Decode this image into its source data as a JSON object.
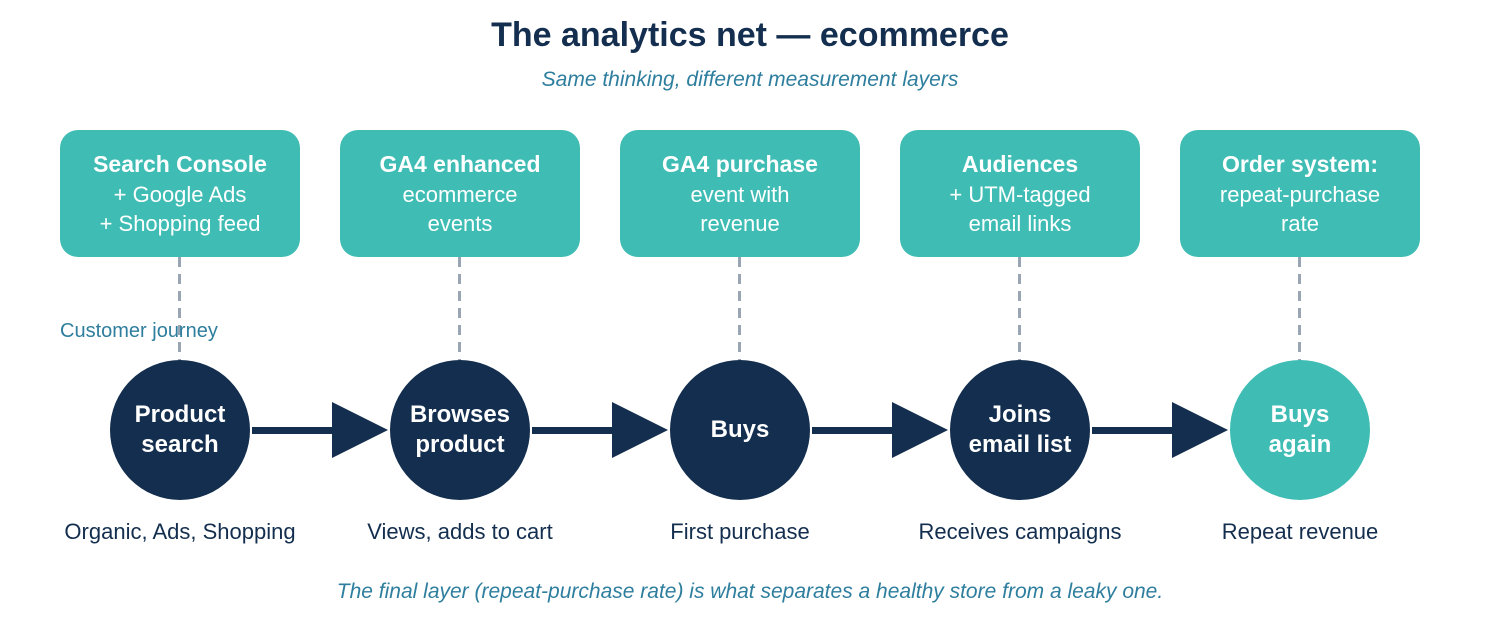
{
  "colors": {
    "navy": "#132E4E",
    "teal": "#3FBDB5",
    "steel": "#2E7E9E",
    "dash": "#99A5B2",
    "bg": "#FFFFFF"
  },
  "header": {
    "title": "The analytics net — ecommerce",
    "subtitle": "Same thinking, different measurement layers"
  },
  "journey_label": "Customer journey",
  "columns": [
    {
      "box": {
        "heading": "Search Console",
        "lines": [
          "+ Google Ads",
          "+ Shopping feed"
        ]
      },
      "circle": {
        "lines": [
          "Product",
          "search"
        ],
        "variant": "navy"
      },
      "caption": "Organic, Ads, Shopping"
    },
    {
      "box": {
        "heading": "GA4 enhanced",
        "lines": [
          "ecommerce",
          "events"
        ]
      },
      "circle": {
        "lines": [
          "Browses",
          "product"
        ],
        "variant": "navy"
      },
      "caption": "Views, adds to cart"
    },
    {
      "box": {
        "heading": "GA4 purchase",
        "lines": [
          "event with",
          "revenue"
        ]
      },
      "circle": {
        "lines": [
          "Buys"
        ],
        "variant": "navy"
      },
      "caption": "First purchase"
    },
    {
      "box": {
        "heading": "Audiences",
        "lines": [
          "+ UTM-tagged",
          "email links"
        ]
      },
      "circle": {
        "lines": [
          "Joins",
          "email list"
        ],
        "variant": "navy"
      },
      "caption": "Receives campaigns"
    },
    {
      "box": {
        "heading": "Order system:",
        "lines": [
          "repeat-purchase",
          "rate"
        ]
      },
      "circle": {
        "lines": [
          "Buys",
          "again"
        ],
        "variant": "teal"
      },
      "caption": "Repeat revenue"
    }
  ],
  "footer": "The final layer (repeat-purchase rate) is what separates a healthy store from a leaky one."
}
